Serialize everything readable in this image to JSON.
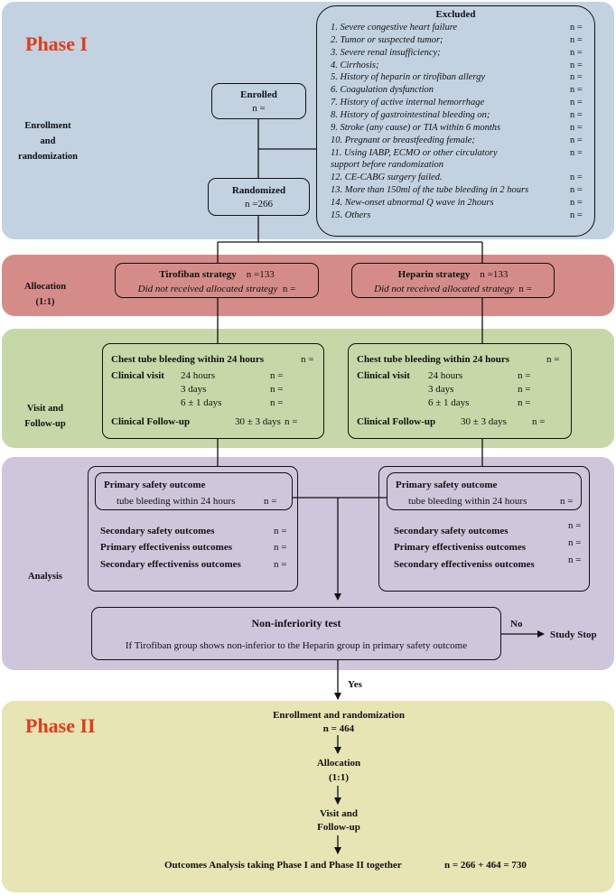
{
  "phase1": {
    "title": "Phase I"
  },
  "phase2": {
    "title": "Phase II"
  },
  "stages": {
    "enrollment": [
      "Enrollment",
      "and",
      "randomization"
    ],
    "allocation": [
      "Allocation",
      "(1:1)"
    ],
    "visit": [
      "Visit and",
      "Follow-up"
    ],
    "analysis": "Analysis"
  },
  "enrolled": {
    "label": "Enrolled",
    "n": "n ="
  },
  "randomized": {
    "label": "Randomized",
    "n": "n =266"
  },
  "excluded": {
    "title": "Excluded",
    "items": [
      {
        "text": "1. Severe congestive heart failure",
        "n": "n ="
      },
      {
        "text": "2. Tumor or suspected tumor;",
        "n": "n ="
      },
      {
        "text": "3. Severe renal insufficiency;",
        "n": "n ="
      },
      {
        "text": "4. Cirrhosis;",
        "n": "n ="
      },
      {
        "text": "5. History of heparin or tirofiban allergy",
        "n": "n ="
      },
      {
        "text": "6. Coagulation dysfunction",
        "n": "n ="
      },
      {
        "text": "7. History of active internal hemorrhage",
        "n": "n ="
      },
      {
        "text": "8. History of gastrointestinal bleeding on;",
        "n": "n ="
      },
      {
        "text": "9. Stroke (any cause) or TIA within 6 months",
        "n": "n ="
      },
      {
        "text": "10. Pregnant or breastfeeding female;",
        "n": "n ="
      },
      {
        "text": "11. Using IABP, ECMO or other circulatory",
        "n": "n ="
      },
      {
        "text": "support before randomization",
        "n": ""
      },
      {
        "text": "12. CE-CABG surgery failed.",
        "n": "n ="
      },
      {
        "text": "13. More than 150ml of the tube bleeding in 2 hours",
        "n": "n ="
      },
      {
        "text": "14. New-onset abnormal Q wave in 2hours",
        "n": "n ="
      },
      {
        "text": "15. Others",
        "n": "n ="
      }
    ]
  },
  "allocation": {
    "tirofiban": {
      "label": "Tirofiban strategy",
      "n": "n =133",
      "note": "Did not received allocated strategy",
      "note_n": "n ="
    },
    "heparin": {
      "label": "Heparin strategy",
      "n": "n =133",
      "note": "Did not received allocated strategy",
      "note_n": "n ="
    }
  },
  "visit": {
    "chest": "Chest tube bleeding within 24 hours",
    "chest_n": "n =",
    "clinical_visit": "Clinical visit",
    "times": [
      "24 hours",
      "3 days",
      "6 ± 1 days"
    ],
    "times_n": [
      "n =",
      "n =",
      "n ="
    ],
    "followup": "Clinical Follow-up",
    "followup_time": "30 ± 3 days",
    "followup_n": "n ="
  },
  "analysis": {
    "primary_title": "Primary safety outcome",
    "primary_sub": "tube bleeding within 24 hours",
    "primary_n": "n =",
    "outcomes": [
      "Secondary safety outcomes",
      "Primary effectiveniss outcomes",
      "Secondary effectiveniss outcomes"
    ],
    "outcomes_n": [
      "n =",
      "n =",
      "n ="
    ]
  },
  "noninferiority": {
    "title": "Non-inferiority test",
    "text": "If Tirofiban group shows non-inferior to the Heparin group in primary safety outcome",
    "no": "No",
    "stop": "Study Stop",
    "yes": "Yes"
  },
  "phase2_flow": {
    "enroll": "Enrollment and randomization",
    "enroll_n": "n = 464",
    "allocation": [
      "Allocation",
      "(1:1)"
    ],
    "visit": [
      "Visit and",
      "Follow-up"
    ],
    "outcomes": "Outcomes Analysis taking Phase I and Phase II together",
    "outcomes_n": "n = 266 + 464 = 730"
  }
}
